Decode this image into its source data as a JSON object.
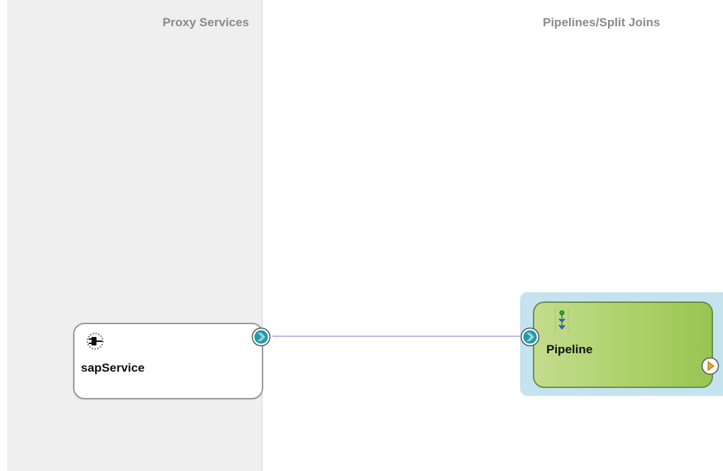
{
  "lanes": {
    "proxy_title": "Proxy Services",
    "pipelines_title": "Pipelines/Split Joins"
  },
  "proxy_service": {
    "name": "sapService",
    "icon": "sap-adapter-plug-icon"
  },
  "pipeline": {
    "name": "Pipeline",
    "icon": "message-flow-icon"
  },
  "ports": {
    "output_icon": "chevron-right-port-icon",
    "input_icon": "chevron-right-port-icon",
    "yield_icon": "play-triangle-port-icon"
  },
  "colors": {
    "lane_background": "#efefef",
    "lane_title": "#8a8a8a",
    "connector": "#b9b8e8",
    "port_teal": "#1e9cb0",
    "pipeline_green": "#aad066",
    "pipeline_halo": "#c5e3ef",
    "yield_orange": "#f2a51c"
  }
}
